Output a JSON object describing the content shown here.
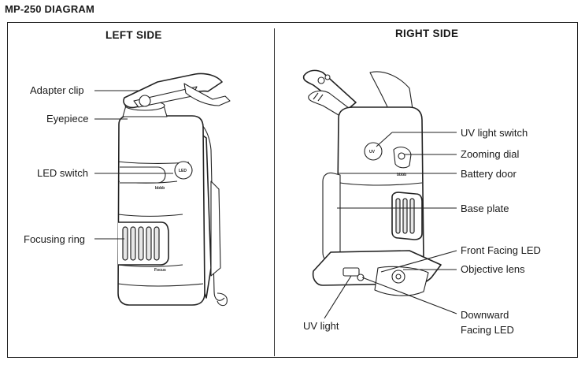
{
  "title": "MP-250 DIAGRAM",
  "left_panel": {
    "heading": "LEFT SIDE",
    "labels": {
      "adapter_clip": "Adapter clip",
      "eyepiece": "Eyepiece",
      "led_switch": "LED switch",
      "focusing_ring": "Focusing ring"
    },
    "device_text": {
      "led": "LED",
      "focus": "Focus",
      "brand": "bbbb"
    }
  },
  "right_panel": {
    "heading": "RIGHT SIDE",
    "labels": {
      "uv_light_switch": "UV light switch",
      "zooming_dial": "Zooming dial",
      "battery_door": "Battery door",
      "base_plate": "Base plate",
      "front_facing_led": "Front Facing LED",
      "objective_lens": "Objective lens",
      "downward_line1": "Downward",
      "downward_line2": "Facing LED",
      "uv_light": "UV light"
    },
    "device_text": {
      "uv": "UV",
      "brand": "bbbb"
    }
  }
}
